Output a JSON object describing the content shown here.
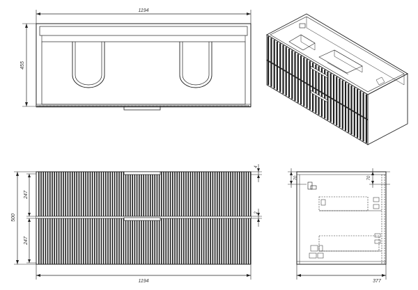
{
  "drawing": {
    "colors": {
      "line": "#222222",
      "dim": "#333333",
      "slat": "#1f1f1f",
      "bg": "#ffffff"
    },
    "top_view": {
      "width_label": "1194",
      "depth_label": "455",
      "basin_count": 2
    },
    "front_view": {
      "width_label": "1194",
      "height_label": "500",
      "drawer_upper_label": "247",
      "drawer_lower_label": "247",
      "gap_top_label": "4",
      "gap_mid_label": "2"
    },
    "side_view": {
      "depth_label": "377",
      "left_top_label": "70",
      "right_top_label": "70"
    },
    "iso_view": {
      "drawers": 2
    }
  }
}
